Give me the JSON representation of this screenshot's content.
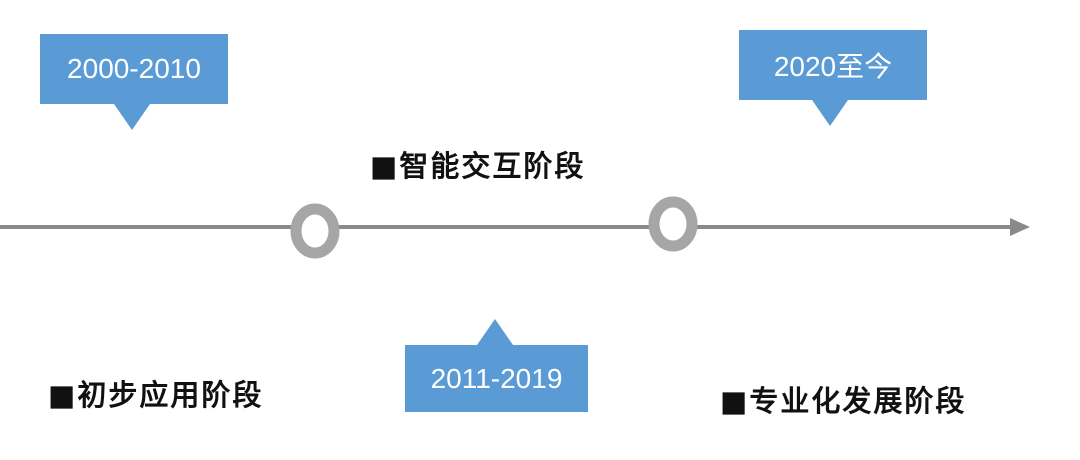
{
  "periods": [
    {
      "range": "2000-2010",
      "stage": "■初步应用阶段"
    },
    {
      "range": "2011-2019",
      "stage": "■智能交互阶段"
    },
    {
      "range": "2020至今",
      "stage": "■专业化发展阶段"
    }
  ],
  "colors": {
    "accent": "#5b9bd5",
    "line": "#8a8a8a",
    "node": "#a6a6a6"
  }
}
